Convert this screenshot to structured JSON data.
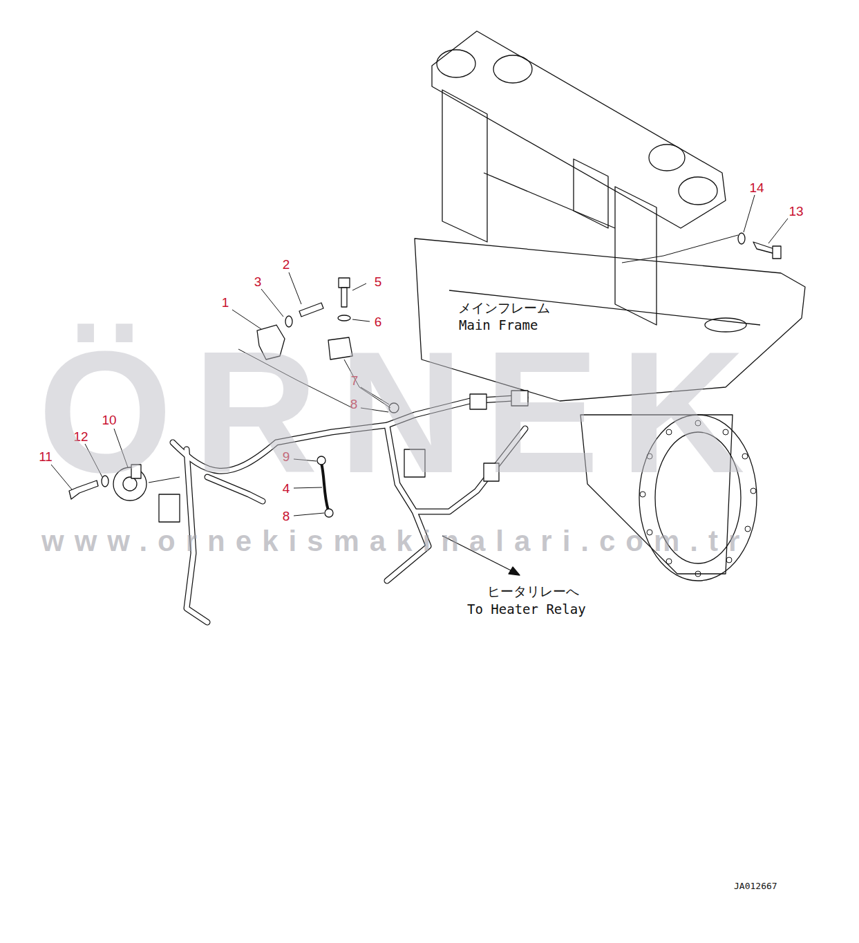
{
  "diagram": {
    "labels": [
      "14",
      "13",
      "2",
      "3",
      "5",
      "1",
      "6",
      "メインフレーム",
      "Main Frame",
      "7",
      "8",
      "10",
      "12",
      "11",
      "9",
      "4",
      "8",
      "ÖRNEK",
      "www.ornekismakinalari.com.tr",
      "ヒータリレーへ",
      "To Heater Relay",
      "JA012667"
    ]
  }
}
